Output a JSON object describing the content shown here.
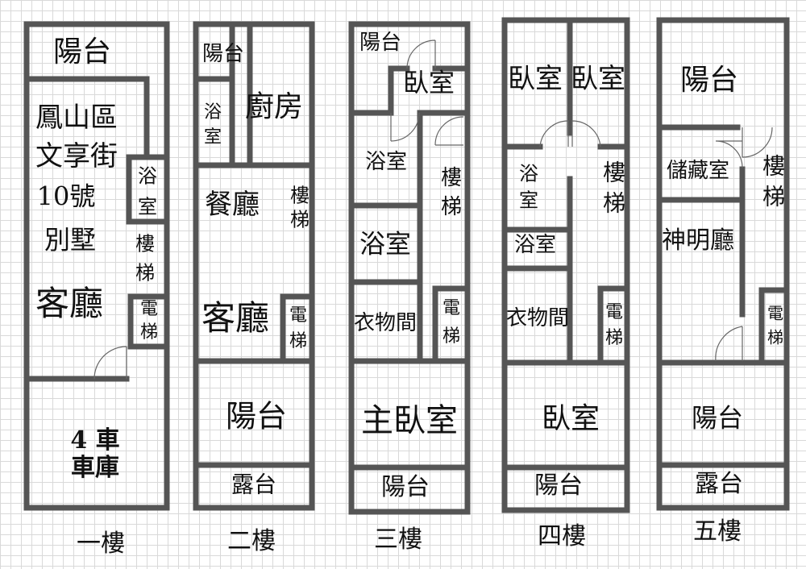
{
  "floors": [
    {
      "name": "一樓",
      "rooms": {
        "balcony": "陽台",
        "address_1": "鳳山區",
        "address_2": "文享街",
        "address_3": "10號",
        "address_4": "別墅",
        "living_room": "客廳",
        "bathroom_1": "浴",
        "bathroom_2": "室",
        "stairs_1": "樓",
        "stairs_2": "梯",
        "elevator_1": "電",
        "elevator_2": "梯",
        "garage_1": "4 車",
        "garage_2": "車庫"
      }
    },
    {
      "name": "二樓",
      "rooms": {
        "balcony": "陽台",
        "kitchen": "廚房",
        "bathroom_1": "浴",
        "bathroom_2": "室",
        "dining_room": "餐廳",
        "stairs_1": "樓",
        "stairs_2": "梯",
        "living_room": "客廳",
        "elevator_1": "電",
        "elevator_2": "梯",
        "balcony_big": "陽台",
        "terrace": "露台"
      }
    },
    {
      "name": "三樓",
      "rooms": {
        "balcony": "陽台",
        "bedroom": "臥室",
        "bathroom_1": "浴室",
        "stairs_1": "樓",
        "stairs_2": "梯",
        "bathroom_2": "浴室",
        "closet": "衣物間",
        "elevator_1": "電",
        "elevator_2": "梯",
        "master_bedroom": "主臥室",
        "balcony_bottom": "陽台"
      }
    },
    {
      "name": "四樓",
      "rooms": {
        "bedroom_1": "臥室",
        "bedroom_2": "臥室",
        "bathroom_1a": "浴",
        "bathroom_1b": "室",
        "stairs_1": "樓",
        "stairs_2": "梯",
        "bathroom_2": "浴室",
        "closet": "衣物間",
        "elevator_1": "電",
        "elevator_2": "梯",
        "bedroom_3": "臥室",
        "balcony_bottom": "陽台"
      }
    },
    {
      "name": "五樓",
      "rooms": {
        "balcony": "陽台",
        "storage": "儲藏室",
        "stairs_1": "樓",
        "stairs_2": "梯",
        "shrine_hall": "神明廳",
        "elevator_1": "電",
        "elevator_2": "梯",
        "balcony_big": "陽台",
        "terrace": "露台"
      }
    }
  ]
}
